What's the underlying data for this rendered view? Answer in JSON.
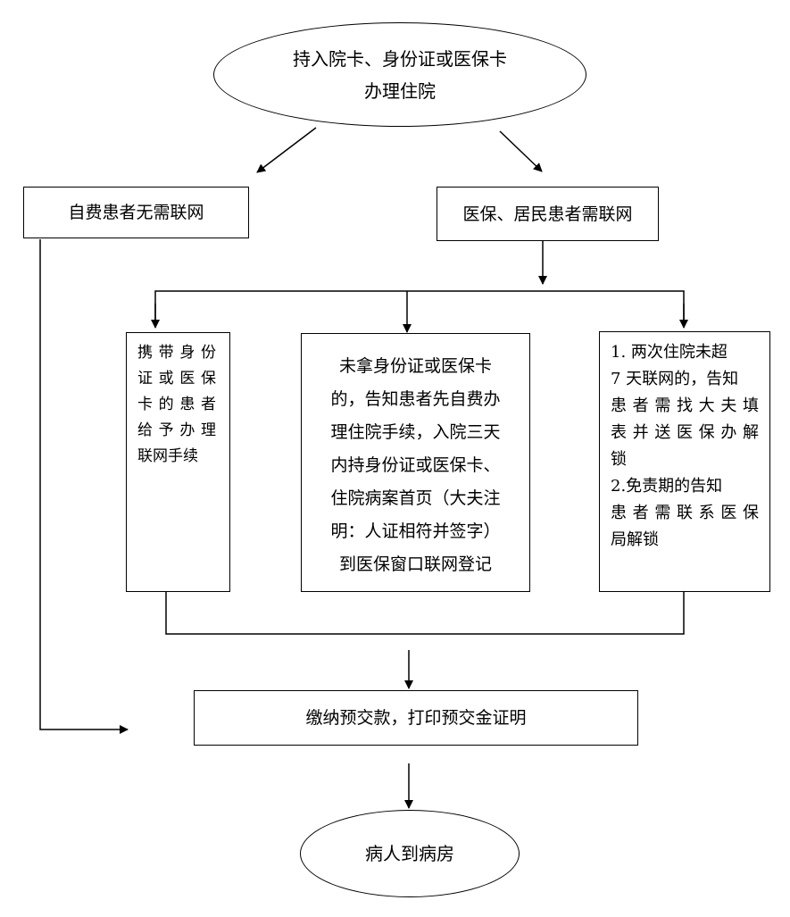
{
  "start": {
    "line1": "持入院卡、身份证或医保卡",
    "line2": "办理住院"
  },
  "self_pay": {
    "label": "自费患者无需联网"
  },
  "insured": {
    "label": "医保、居民患者需联网"
  },
  "box_left": {
    "lines": [
      "携带身份",
      "证或医保",
      "卡的患者",
      "给予办理",
      "联网手续"
    ]
  },
  "box_mid": {
    "lines": [
      "未拿身份证或医保卡",
      "的，告知患者先自费办",
      "理住院手续，入院三天",
      "内持身份证或医保卡、",
      "住院病案首页（大夫注",
      "明：人证相符并签字）",
      "到医保窗口联网登记"
    ]
  },
  "box_right": {
    "lines": [
      "1. 两次住院未超",
      "7 天联网的，告知",
      "患者需找大夫填",
      "表并送医保办解",
      "锁",
      "2.免责期的告知",
      "患者需联系医保",
      "局解锁"
    ]
  },
  "payment": {
    "label": "缴纳预交款，打印预交金证明"
  },
  "end": {
    "label": "病人到病房"
  }
}
